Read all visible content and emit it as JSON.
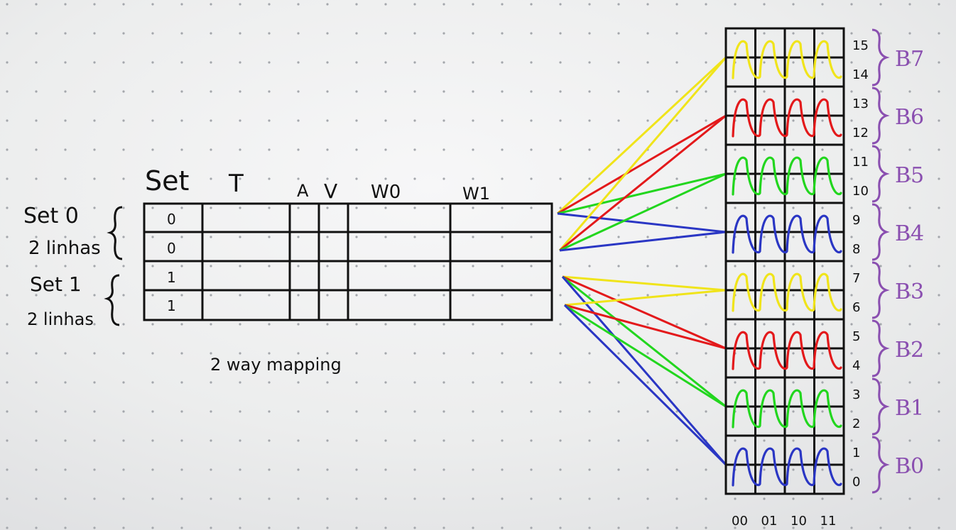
{
  "cache_table": {
    "headers": {
      "set": "Set",
      "tag": "T",
      "a": "A",
      "v": "V",
      "w0": "W0",
      "w1": "W1"
    },
    "groups": [
      {
        "label": "Set 0",
        "sub": "2 linhas"
      },
      {
        "label": "Set 1",
        "sub": "2 linhas"
      }
    ],
    "rows": [
      {
        "set": "0"
      },
      {
        "set": "0"
      },
      {
        "set": "1"
      },
      {
        "set": "1"
      }
    ],
    "caption": "2 way mapping"
  },
  "memory": {
    "column_labels": [
      "00",
      "01",
      "10",
      "11"
    ],
    "row_labels": [
      "15",
      "14",
      "13",
      "12",
      "11",
      "10",
      "9",
      "8",
      "7",
      "6",
      "5",
      "4",
      "3",
      "2",
      "1",
      "0"
    ],
    "blocks": [
      {
        "label": "B7",
        "color": "#f0e41a"
      },
      {
        "label": "B6",
        "color": "#e3191b"
      },
      {
        "label": "B5",
        "color": "#22d61e"
      },
      {
        "label": "B4",
        "color": "#2a36c4"
      },
      {
        "label": "B3",
        "color": "#f0e41a"
      },
      {
        "label": "B2",
        "color": "#e3191b"
      },
      {
        "label": "B1",
        "color": "#22d61e"
      },
      {
        "label": "B0",
        "color": "#2a36c4"
      }
    ]
  },
  "colors": {
    "yellow": "#f0e41a",
    "red": "#e3191b",
    "green": "#22d61e",
    "blue": "#2a36c4",
    "brace": "#8a4fb0",
    "ink": "#111111"
  }
}
